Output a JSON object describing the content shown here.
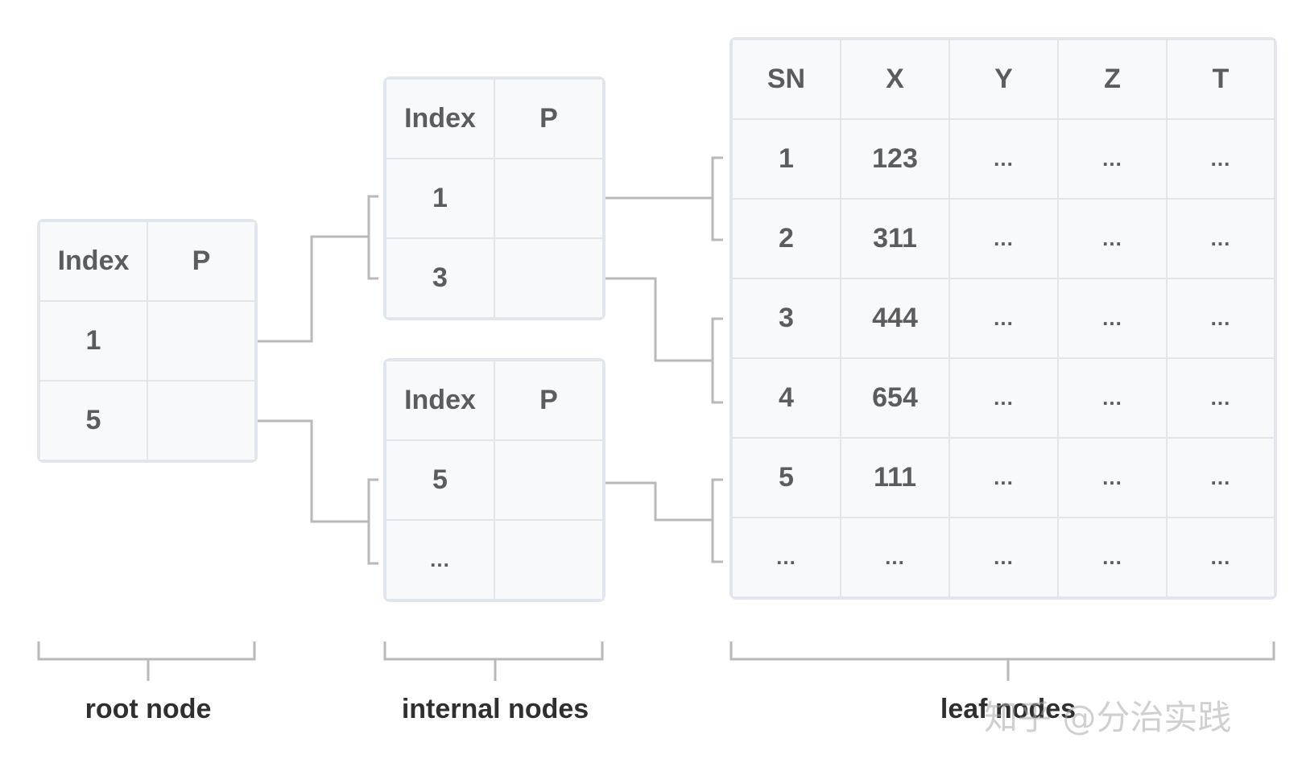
{
  "root": {
    "headers": [
      "Index",
      "P"
    ],
    "rows": [
      [
        "1",
        ""
      ],
      [
        "5",
        ""
      ]
    ]
  },
  "internal_top": {
    "headers": [
      "Index",
      "P"
    ],
    "rows": [
      [
        "1",
        ""
      ],
      [
        "3",
        ""
      ]
    ]
  },
  "internal_bottom": {
    "headers": [
      "Index",
      "P"
    ],
    "rows": [
      [
        "5",
        ""
      ],
      [
        "...",
        ""
      ]
    ]
  },
  "leaf": {
    "headers": [
      "SN",
      "X",
      "Y",
      "Z",
      "T"
    ],
    "rows": [
      [
        "1",
        "123",
        "...",
        "...",
        "..."
      ],
      [
        "2",
        "311",
        "...",
        "...",
        "..."
      ],
      [
        "3",
        "444",
        "...",
        "...",
        "..."
      ],
      [
        "4",
        "654",
        "...",
        "...",
        "..."
      ],
      [
        "5",
        "111",
        "...",
        "...",
        "..."
      ],
      [
        "...",
        "...",
        "...",
        "...",
        "..."
      ]
    ]
  },
  "captions": {
    "root": "root node",
    "internal": "internal nodes",
    "leaf": "leaf nodes"
  },
  "watermark": "知乎 @分治实践",
  "colors": {
    "cell_bg": "#f7f9fb",
    "cell_border": "#e1e6ec",
    "connector": "#b9b9b9",
    "text": "#5c5c5c"
  }
}
